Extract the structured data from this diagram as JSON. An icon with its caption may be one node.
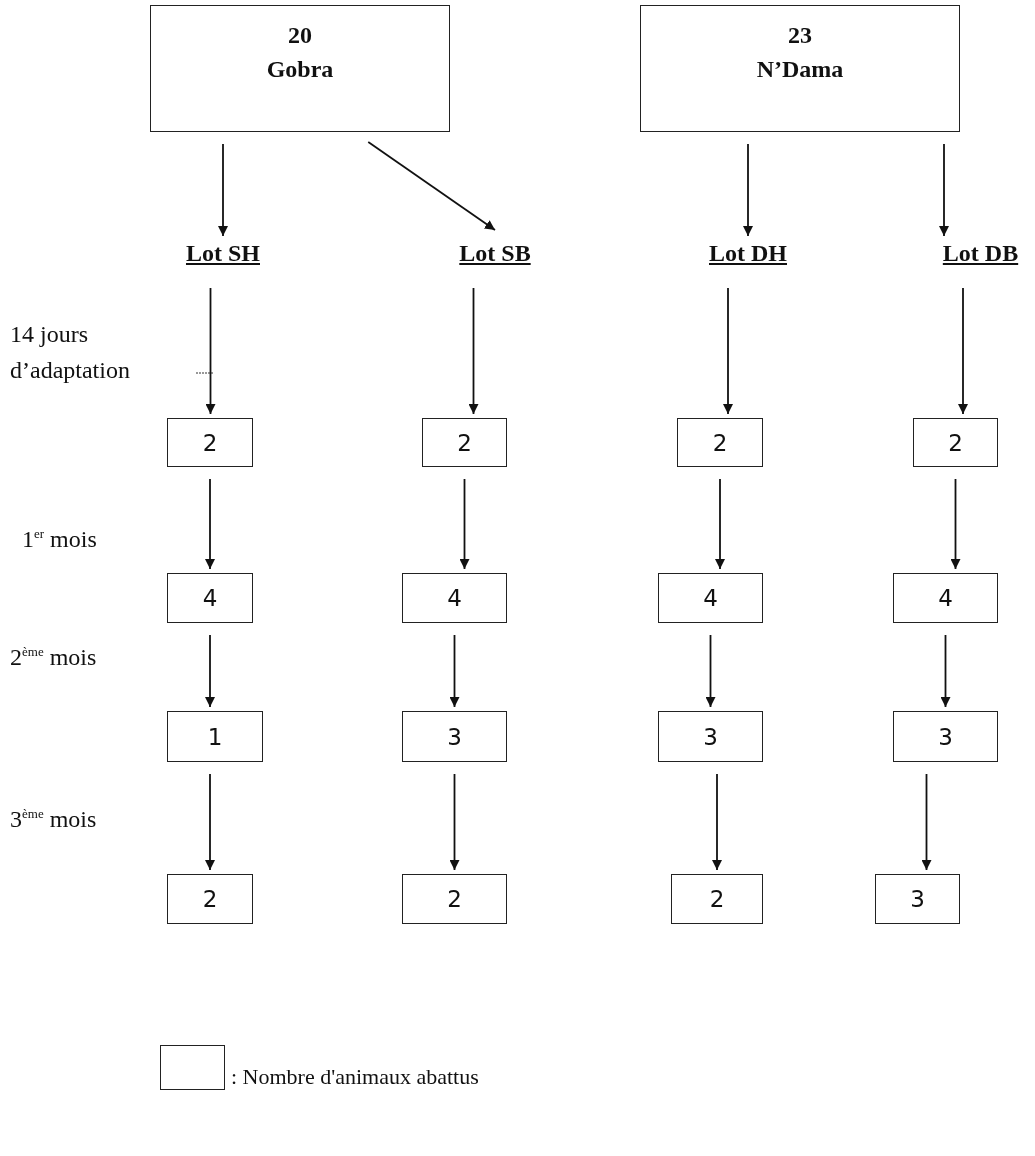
{
  "diagram": {
    "nodes": [
      {
        "text": [
          "20",
          "Gobra"
        ]
      },
      {
        "text": [
          "23",
          "N’Dama"
        ]
      },
      {
        "text": [
          "Lot SH"
        ]
      },
      {
        "text": [
          "Lot SB"
        ]
      },
      {
        "text": [
          "Lot DH"
        ]
      },
      {
        "text": [
          "Lot DB"
        ]
      },
      {
        "text": [
          "2"
        ]
      },
      {
        "text": [
          "2"
        ]
      },
      {
        "text": [
          "2"
        ]
      },
      {
        "text": [
          "2"
        ]
      },
      {
        "text": [
          "4"
        ]
      },
      {
        "text": [
          "4"
        ]
      },
      {
        "text": [
          "4"
        ]
      },
      {
        "text": [
          "4"
        ]
      },
      {
        "text": [
          "1"
        ]
      },
      {
        "text": [
          "3"
        ]
      },
      {
        "text": [
          "3"
        ]
      },
      {
        "text": [
          "3"
        ]
      },
      {
        "text": [
          "2"
        ]
      },
      {
        "text": [
          "2"
        ]
      },
      {
        "text": [
          "2"
        ]
      },
      {
        "text": [
          "3"
        ]
      }
    ],
    "edges": [
      {
        "from": 0,
        "to": 2,
        "arrow": "to"
      },
      {
        "from": 0,
        "to": 3,
        "arrow": "to"
      },
      {
        "from": 1,
        "to": 4,
        "arrow": "to"
      },
      {
        "from": 1,
        "to": 5,
        "arrow": "to"
      },
      {
        "from": 2,
        "to": 6,
        "arrow": "to"
      },
      {
        "from": 3,
        "to": 7,
        "arrow": "to"
      },
      {
        "from": 4,
        "to": 8,
        "arrow": "to"
      },
      {
        "from": 5,
        "to": 9,
        "arrow": "to"
      },
      {
        "from": 6,
        "to": 10,
        "arrow": "to"
      },
      {
        "from": 7,
        "to": 11,
        "arrow": "to"
      },
      {
        "from": 8,
        "to": 12,
        "arrow": "to"
      },
      {
        "from": 9,
        "to": 13,
        "arrow": "to"
      },
      {
        "from": 10,
        "to": 14,
        "arrow": "to"
      },
      {
        "from": 11,
        "to": 15,
        "arrow": "to"
      },
      {
        "from": 12,
        "to": 16,
        "arrow": "to"
      },
      {
        "from": 13,
        "to": 17,
        "arrow": "to"
      },
      {
        "from": 14,
        "to": 18,
        "arrow": "to"
      },
      {
        "from": 15,
        "to": 19,
        "arrow": "to"
      },
      {
        "from": 16,
        "to": 20,
        "arrow": "to"
      },
      {
        "from": 17,
        "to": 21,
        "arrow": "to"
      }
    ],
    "labels": [
      "14 jours d’adaptation",
      "1$^{er}$ mois",
      "2$^{ème}$ mois",
      "3$^{ème}$ mois"
    ],
    "legend": [
      {
        "text": ": Nombre d'animaux abattus"
      }
    ]
  }
}
